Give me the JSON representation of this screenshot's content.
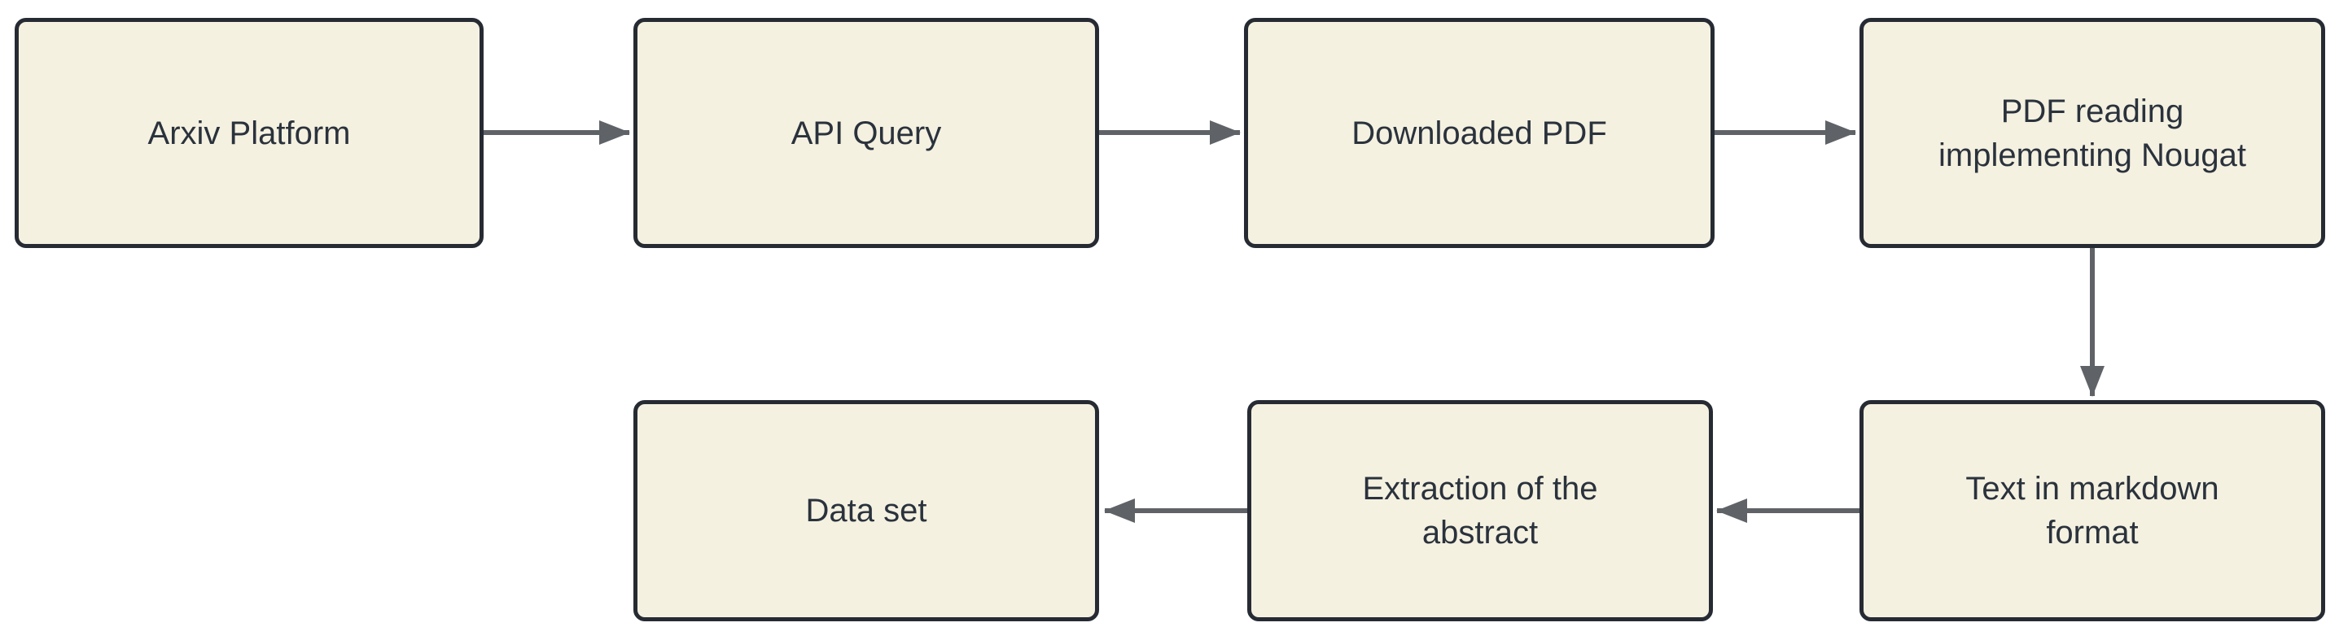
{
  "diagram": {
    "type": "flowchart",
    "nodes": [
      {
        "id": "arxiv-platform",
        "label": "Arxiv Platform"
      },
      {
        "id": "api-query",
        "label": "API Query"
      },
      {
        "id": "downloaded-pdf",
        "label": "Downloaded PDF"
      },
      {
        "id": "pdf-reading-nougat",
        "label": "PDF reading\nimplementing Nougat"
      },
      {
        "id": "text-markdown",
        "label": "Text in markdown\nformat"
      },
      {
        "id": "extraction-abstract",
        "label": "Extraction of the\nabstract"
      },
      {
        "id": "data-set",
        "label": "Data set"
      }
    ],
    "edges": [
      {
        "from": "arxiv-platform",
        "to": "api-query",
        "direction": "right"
      },
      {
        "from": "api-query",
        "to": "downloaded-pdf",
        "direction": "right"
      },
      {
        "from": "downloaded-pdf",
        "to": "pdf-reading-nougat",
        "direction": "right"
      },
      {
        "from": "pdf-reading-nougat",
        "to": "text-markdown",
        "direction": "down"
      },
      {
        "from": "text-markdown",
        "to": "extraction-abstract",
        "direction": "left"
      },
      {
        "from": "extraction-abstract",
        "to": "data-set",
        "direction": "left"
      }
    ]
  },
  "theme": {
    "canvas_bg": "#ffffff",
    "node_fill": "#f5f1e1",
    "node_border": "#262b33",
    "node_text": "#2a323c",
    "edge_color": "#5f6367"
  }
}
